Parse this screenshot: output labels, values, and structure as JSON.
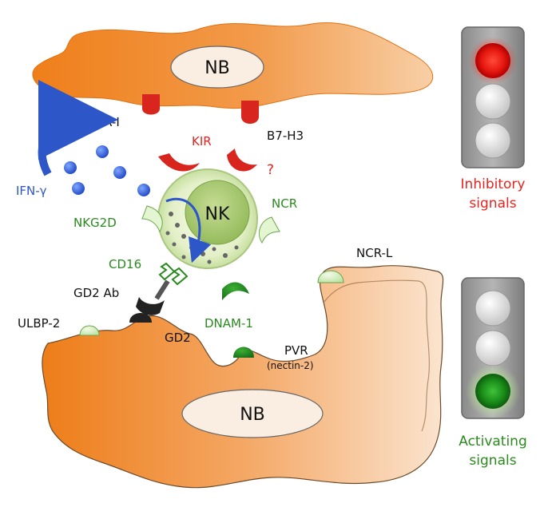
{
  "colors": {
    "cell_orange": "#f08a2c",
    "inhibitory_red": "#e8231f",
    "activating_green": "#2a8a1e",
    "ifn_blue": "#2d56c8",
    "text_black": "#111111"
  },
  "cells": {
    "top_nb": "NB",
    "bottom_nb": "NB",
    "nk": "NK"
  },
  "labels": {
    "hla_i": "HLA-I",
    "b7_h3": "B7-H3",
    "kir": "KIR",
    "question": "?",
    "ifn_gamma": "IFN-γ",
    "nkg2d": "NKG2D",
    "ncr": "NCR",
    "cd16": "CD16",
    "gd2_ab": "GD2 Ab",
    "ncr_l": "NCR-L",
    "ulbp2": "ULBP-2",
    "gd2": "GD2",
    "dnam1": "DNAM-1",
    "pvr": "PVR",
    "nectin2": "(nectin-2)"
  },
  "signals": {
    "inhibitory_line1": "Inhibitory",
    "inhibitory_line2": "signals",
    "activating_line1": "Activating",
    "activating_line2": "signals"
  }
}
